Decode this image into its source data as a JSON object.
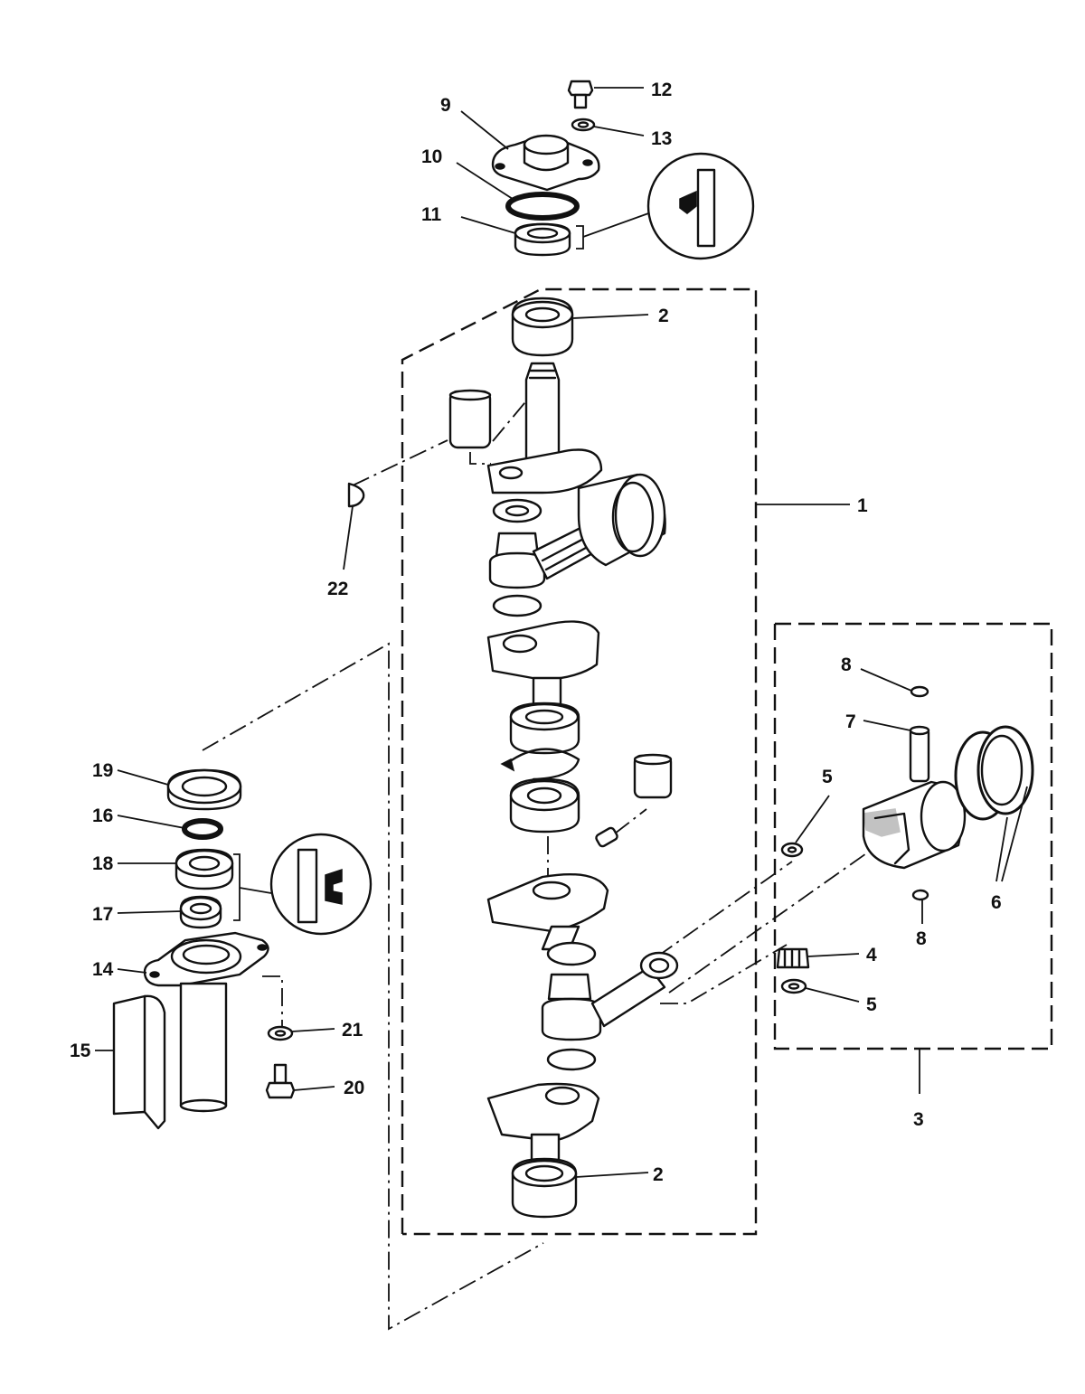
{
  "labels": {
    "p1": "1",
    "p2a": "2",
    "p2b": "2",
    "p3": "3",
    "p4": "4",
    "p5a": "5",
    "p5b": "5",
    "p6": "6",
    "p7": "7",
    "p8a": "8",
    "p8b": "8",
    "p9": "9",
    "p10": "10",
    "p11": "11",
    "p12": "12",
    "p13": "13",
    "p14": "14",
    "p15": "15",
    "p16": "16",
    "p17": "17",
    "p18": "18",
    "p19": "19",
    "p20": "20",
    "p21": "21",
    "p22": "22"
  },
  "colors": {
    "ink": "#111111",
    "paper": "#ffffff"
  }
}
